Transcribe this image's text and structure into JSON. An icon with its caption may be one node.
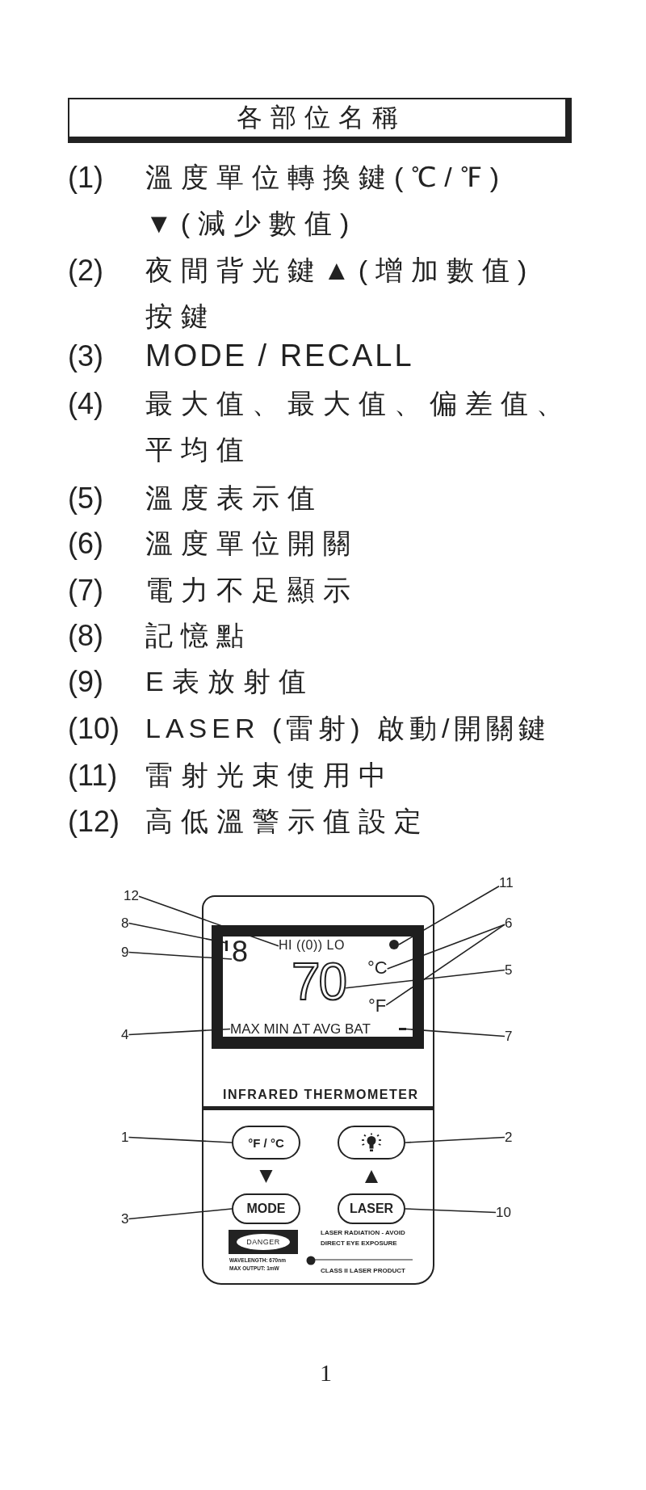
{
  "diagram": {
    "title": "各部位名稱",
    "nodes": [
      {
        "text": [
          "INFRARED THERMOMETER",
          "LASER RADIATION - AVOID DIRECT EYE EXPOSURE",
          "WAVELENGTH: 670nm MAX OUTPUT: 1mW",
          "CLASS II LASER PRODUCT"
        ]
      },
      {
        "text": [],
        "shape": "box",
        "in": 0
      },
      {
        "text": [],
        "shape": "bar",
        "in": 1
      },
      {
        "text": [
          "8"
        ],
        "in": 1
      },
      {
        "text": [
          "HI ((0)) LO"
        ],
        "in": 1
      },
      {
        "text": [],
        "shape": "circle",
        "in": 1
      },
      {
        "text": [
          "70"
        ],
        "in": 1
      },
      {
        "text": [
          "°C"
        ],
        "in": 1
      },
      {
        "text": [
          "°F"
        ],
        "in": 1
      },
      {
        "text": [
          "MAX MIN ΔT AVG BAT"
        ],
        "in": 1
      },
      {
        "text": [],
        "shape": "bar",
        "in": 1
      },
      {
        "text": [
          "°F / °C"
        ],
        "in": 0
      },
      {
        "text": [],
        "shape": "box",
        "in": 0
      },
      {
        "text": [
          "MODE"
        ],
        "in": 0
      },
      {
        "text": [
          "LASER"
        ],
        "in": 0
      },
      {
        "text": [
          "DANGER"
        ],
        "in": 0
      },
      {
        "text": [
          "12"
        ]
      },
      {
        "text": [
          "11"
        ]
      },
      {
        "text": [
          "8"
        ]
      },
      {
        "text": [
          "6"
        ]
      },
      {
        "text": [
          "9"
        ]
      },
      {
        "text": [
          "5"
        ]
      },
      {
        "text": [
          "4"
        ]
      },
      {
        "text": [
          "7"
        ]
      },
      {
        "text": [
          "1"
        ]
      },
      {
        "text": [
          "2"
        ]
      },
      {
        "text": [
          "3"
        ]
      },
      {
        "text": [
          "10"
        ]
      }
    ],
    "edges": [
      {
        "from": 16,
        "to": 4,
        "arrow": "none"
      },
      {
        "from": 17,
        "to": 5,
        "arrow": "none"
      },
      {
        "from": 18,
        "to": 2,
        "arrow": "none"
      },
      {
        "from": 19,
        "to": 7,
        "arrow": "none"
      },
      {
        "from": 19,
        "to": 8,
        "arrow": "none"
      },
      {
        "from": 20,
        "to": 3,
        "arrow": "none"
      },
      {
        "from": 21,
        "to": 6,
        "arrow": "none"
      },
      {
        "from": 22,
        "to": 9,
        "arrow": "none"
      },
      {
        "from": 23,
        "to": 10,
        "arrow": "none"
      },
      {
        "from": 24,
        "to": 11,
        "arrow": "none"
      },
      {
        "from": 25,
        "to": 12,
        "arrow": "none"
      },
      {
        "from": 26,
        "to": 13,
        "arrow": "none"
      },
      {
        "from": 27,
        "to": 14,
        "arrow": "none"
      },
      {
        "from": 11,
        "to": 13,
        "arrow": "to"
      },
      {
        "from": 14,
        "to": 12,
        "arrow": "to"
      }
    ],
    "labels": [
      "(1)",
      "溫度單位轉換鍵(℃/℉)▼(減少數值)",
      "(2)",
      "夜間背光鍵▲(增加數值)按鍵",
      "(3)",
      "MODE / RECALL",
      "(4)",
      "最大值、最大值、偏差值、平均值",
      "(5)",
      "溫度表示值",
      "(6)",
      "溫度單位開關",
      "(7)",
      "電力不足顯示",
      "(8)",
      "記憶點",
      "(9)",
      "E表放射值",
      "(10)",
      "LASER (雷射) 啟動/開關鍵",
      "(11)",
      "雷射光束使用中",
      "(12)",
      "高低溫警示值設定",
      "1"
    ]
  }
}
